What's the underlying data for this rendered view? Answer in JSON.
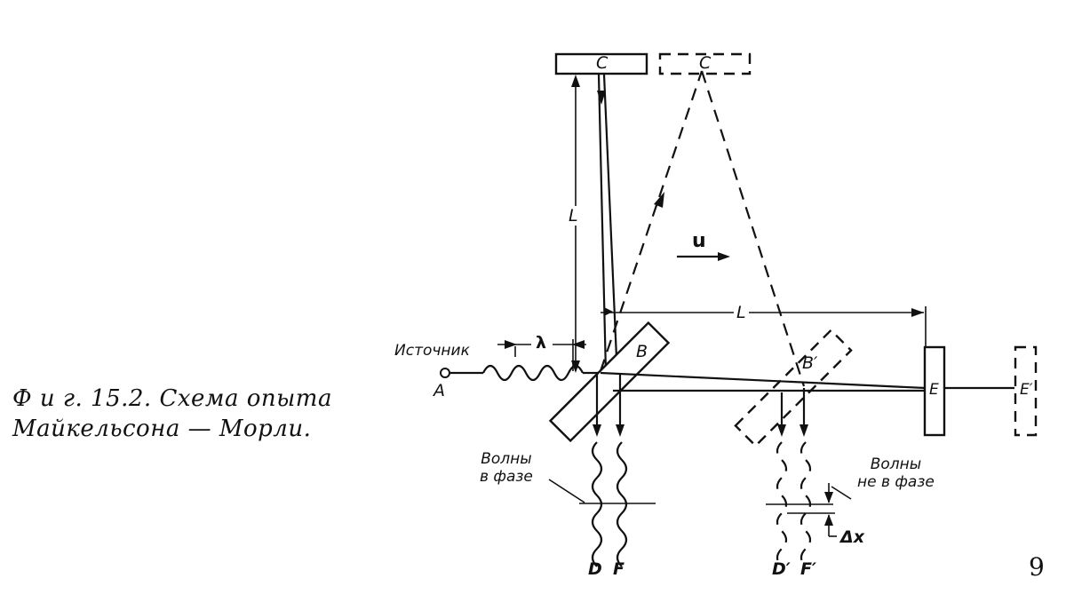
{
  "figure": {
    "caption_line1": "Ф и г. 15.2. Схема опыта",
    "caption_line2": "Майкельсона — Морли.",
    "page_number": "9"
  },
  "labels": {
    "mirror_c": "C",
    "mirror_c_moved": "C",
    "arm_length_vertical": "L",
    "arm_length_horizontal": "L",
    "velocity": "u",
    "source_text": "Источник",
    "wavelength": "λ",
    "source_point": "A",
    "splitter_b": "B",
    "splitter_b_moved": "B′",
    "mirror_e": "E",
    "mirror_e_moved": "E′",
    "waves_in_phase_line1": "Волны",
    "waves_in_phase_line2": "в фазе",
    "waves_out_phase_line1": "Волны",
    "waves_out_phase_line2": "не в фазе",
    "delta_x": "Δx",
    "out_d": "D",
    "out_f": "F",
    "out_d_moved": "D′",
    "out_f_moved": "F′"
  }
}
